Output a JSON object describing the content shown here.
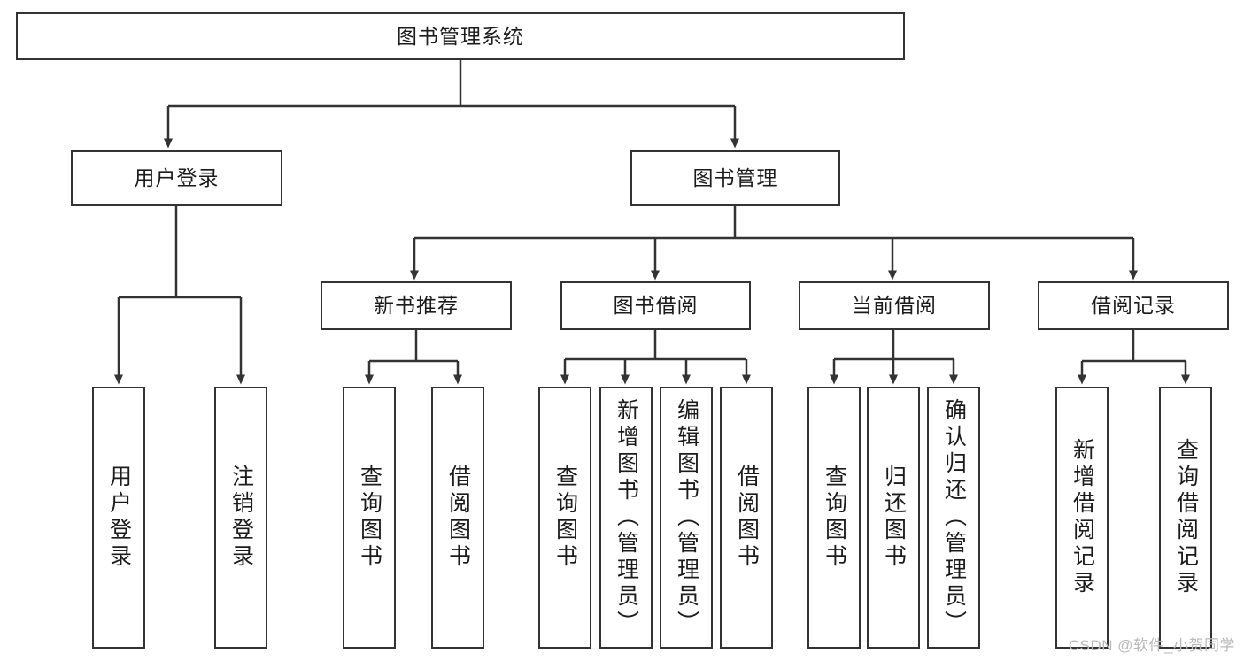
{
  "diagram": {
    "type": "tree-hierarchy-chart",
    "title": "图书管理系统",
    "colors": {
      "box_border": "#333333",
      "box_fill": "#ffffff",
      "edge": "#333333",
      "text": "#1b1b1b",
      "watermark": "#b9b9b9",
      "background": "#ffffff"
    },
    "root": {
      "label": "图书管理系统"
    },
    "level2": [
      {
        "label": "用户登录"
      },
      {
        "label": "图书管理"
      }
    ],
    "level3": [
      {
        "label": "新书推荐"
      },
      {
        "label": "图书借阅"
      },
      {
        "label": "当前借阅"
      },
      {
        "label": "借阅记录"
      }
    ],
    "leaves": {
      "user_login": [
        {
          "label": "用户登录"
        },
        {
          "label": "注销登录"
        }
      ],
      "new_book_recommend": [
        {
          "label": "查询图书"
        },
        {
          "label": "借阅图书"
        }
      ],
      "book_borrow": [
        {
          "label": "查询图书"
        },
        {
          "label": "新增图书（管理员）"
        },
        {
          "label": "编辑图书（管理员）"
        },
        {
          "label": "借阅图书"
        }
      ],
      "current_borrow": [
        {
          "label": "查询图书"
        },
        {
          "label": "归还图书"
        },
        {
          "label": "确认归还（管理员）"
        }
      ],
      "borrow_record": [
        {
          "label": "新增借阅记录"
        },
        {
          "label": "查询借阅记录"
        }
      ]
    },
    "watermark": "CSDN @软件_小贺同学"
  }
}
